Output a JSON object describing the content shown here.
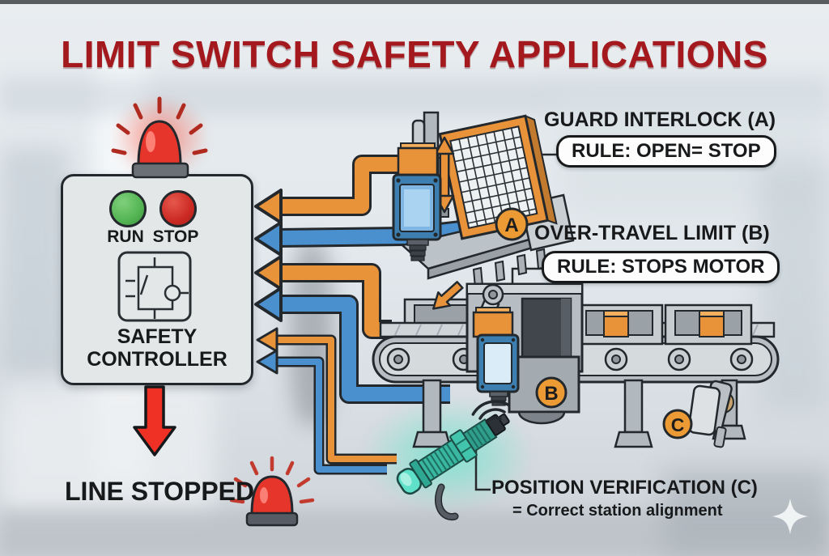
{
  "title": "LIMIT SWITCH SAFETY APPLICATIONS",
  "controller": {
    "run_label": "RUN",
    "stop_label": "STOP",
    "name_line1": "SAFETY",
    "name_line2": "CONTROLLER",
    "result_label": "LINE STOPPED"
  },
  "applications": {
    "guard_interlock": {
      "title": "GUARD INTERLOCK (A)",
      "rule": "RULE: OPEN= STOP",
      "badge": "A"
    },
    "over_travel": {
      "title": "OVER-TRAVEL LIMIT (B)",
      "rule": "RULE: STOPS MOTOR",
      "badge": "B"
    },
    "position_verification": {
      "title": "POSITION VERIFICATION (C)",
      "subtitle": "= Correct station alignment",
      "badge": "C"
    }
  },
  "colors": {
    "title_red": "#A3191E",
    "signal_orange": "#E8923A",
    "signal_blue": "#4A90CE",
    "alarm_red": "#E6352B",
    "run_green": "#53B452",
    "stop_red": "#CB2A23",
    "limit_switch_blue": "#3E7FB1",
    "sensor_teal": "#39B7A0",
    "panel_gray": "#E3E7E8",
    "badge_orange": "#EC9A34"
  },
  "icons": {
    "beacon": "alarm-beacon-icon",
    "siren": "siren-icon",
    "relay": "relay-contact-icon",
    "sparkle": "sparkle-watermark-icon"
  }
}
